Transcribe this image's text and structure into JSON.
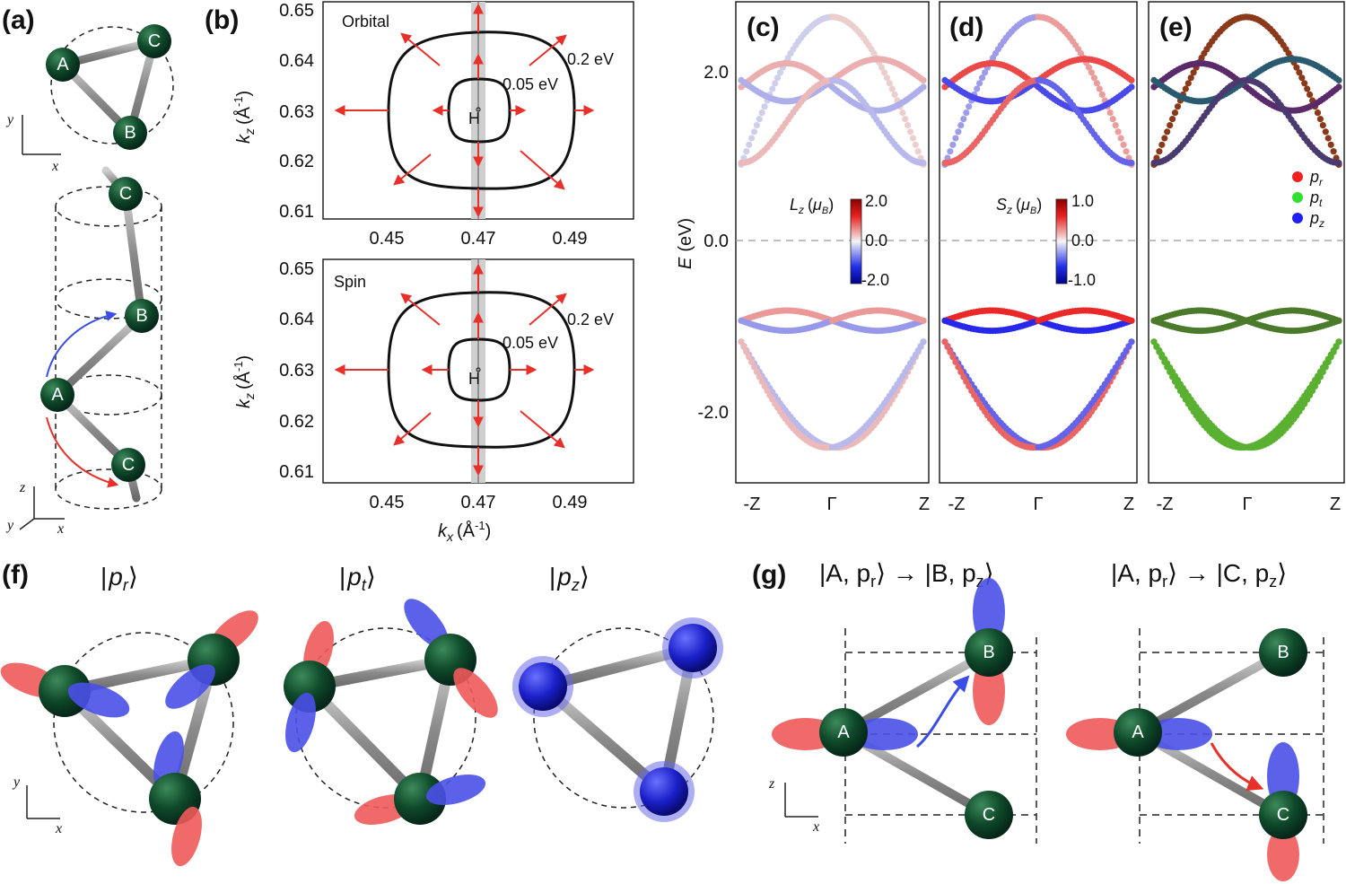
{
  "panels": {
    "a": "(a)",
    "b": "(b)",
    "c": "(c)",
    "d": "(d)",
    "e": "(e)",
    "f": "(f)",
    "g": "(g)"
  },
  "atoms": {
    "A": "A",
    "B": "B",
    "C": "C"
  },
  "axes": {
    "x": "x",
    "y": "y",
    "z": "z"
  },
  "panel_b": {
    "top_title": "Orbital",
    "bottom_title": "Spin",
    "contour_outer": "0.2 eV",
    "contour_inner": "0.05 eV",
    "point_label": "H",
    "ylabel_main": "k",
    "ylabel_sub": "z",
    "ylabel_unit": "(Å",
    "ylabel_sup": "-1",
    "ylabel_close": ")",
    "xlabel_main": "k",
    "xlabel_sub": "x",
    "xlabel_unit": "(Å",
    "xlabel_sup": "-1",
    "xlabel_close": ")",
    "yticks": [
      "0.65",
      "0.64",
      "0.63",
      "0.62",
      "0.61"
    ],
    "xticks": [
      "0.45",
      "0.47",
      "0.49"
    ]
  },
  "bands": {
    "ylabel": "E",
    "ylabel_unit": "(eV)",
    "yticks": [
      "2.0",
      "0.0",
      "-2.0"
    ],
    "xticks": [
      "-Z",
      "Γ",
      "Z"
    ],
    "colorbar_c": {
      "label_main": "L",
      "label_sub": "z",
      "label_unit": "μ",
      "label_unit_sub": "B",
      "max": "2.0",
      "mid": "0.0",
      "min": "-2.0"
    },
    "colorbar_d": {
      "label_main": "S",
      "label_sub": "z",
      "label_unit": "μ",
      "label_unit_sub": "B",
      "max": "1.0",
      "mid": "0.0",
      "min": "-1.0"
    },
    "legend_e": [
      {
        "main": "p",
        "sub": "r",
        "color": "#f02020"
      },
      {
        "main": "p",
        "sub": "t",
        "color": "#30e030"
      },
      {
        "main": "p",
        "sub": "z",
        "color": "#2020f0"
      }
    ]
  },
  "panel_f": {
    "kets": [
      {
        "main": "p",
        "sub": "r"
      },
      {
        "main": "p",
        "sub": "t"
      },
      {
        "main": "p",
        "sub": "z"
      }
    ]
  },
  "panel_g": {
    "left_title": {
      "from": "A, p",
      "from_sub": "r",
      "to": "B, p",
      "to_sub": "z"
    },
    "right_title": {
      "from": "A, p",
      "from_sub": "r",
      "to": "C, p",
      "to_sub": "z"
    }
  },
  "colors": {
    "atom": "#0f4a2a",
    "red_arrow": "#e8302a",
    "blue_arrow": "#3b4de8",
    "bond": "#999999"
  }
}
